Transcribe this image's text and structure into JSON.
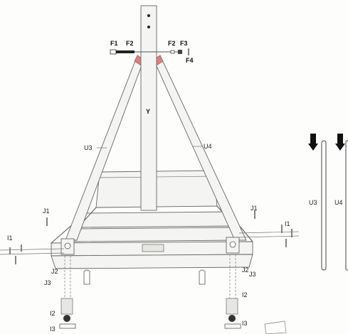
{
  "labels": {
    "F1": "F1",
    "F2_left": "F2",
    "F2_right": "F2",
    "F3": "F3",
    "F4": "F4",
    "Y": "Y",
    "U3": "U3",
    "U4": "U4",
    "J1_left": "J1",
    "J1_right": "J1",
    "I1_left": "I1",
    "I1_right": "I1",
    "J2_left": "J2",
    "J2_right": "J2",
    "J3_left": "J3",
    "J3_right": "J3",
    "I2_left": "I2",
    "I2_right": "I2",
    "I3_left": "I3",
    "I3_right": "I3",
    "U3_side": "U3",
    "U4_side": "U4"
  },
  "colors": {
    "line": "#555555",
    "accent": "#c0392b",
    "arrow": "#111111"
  }
}
